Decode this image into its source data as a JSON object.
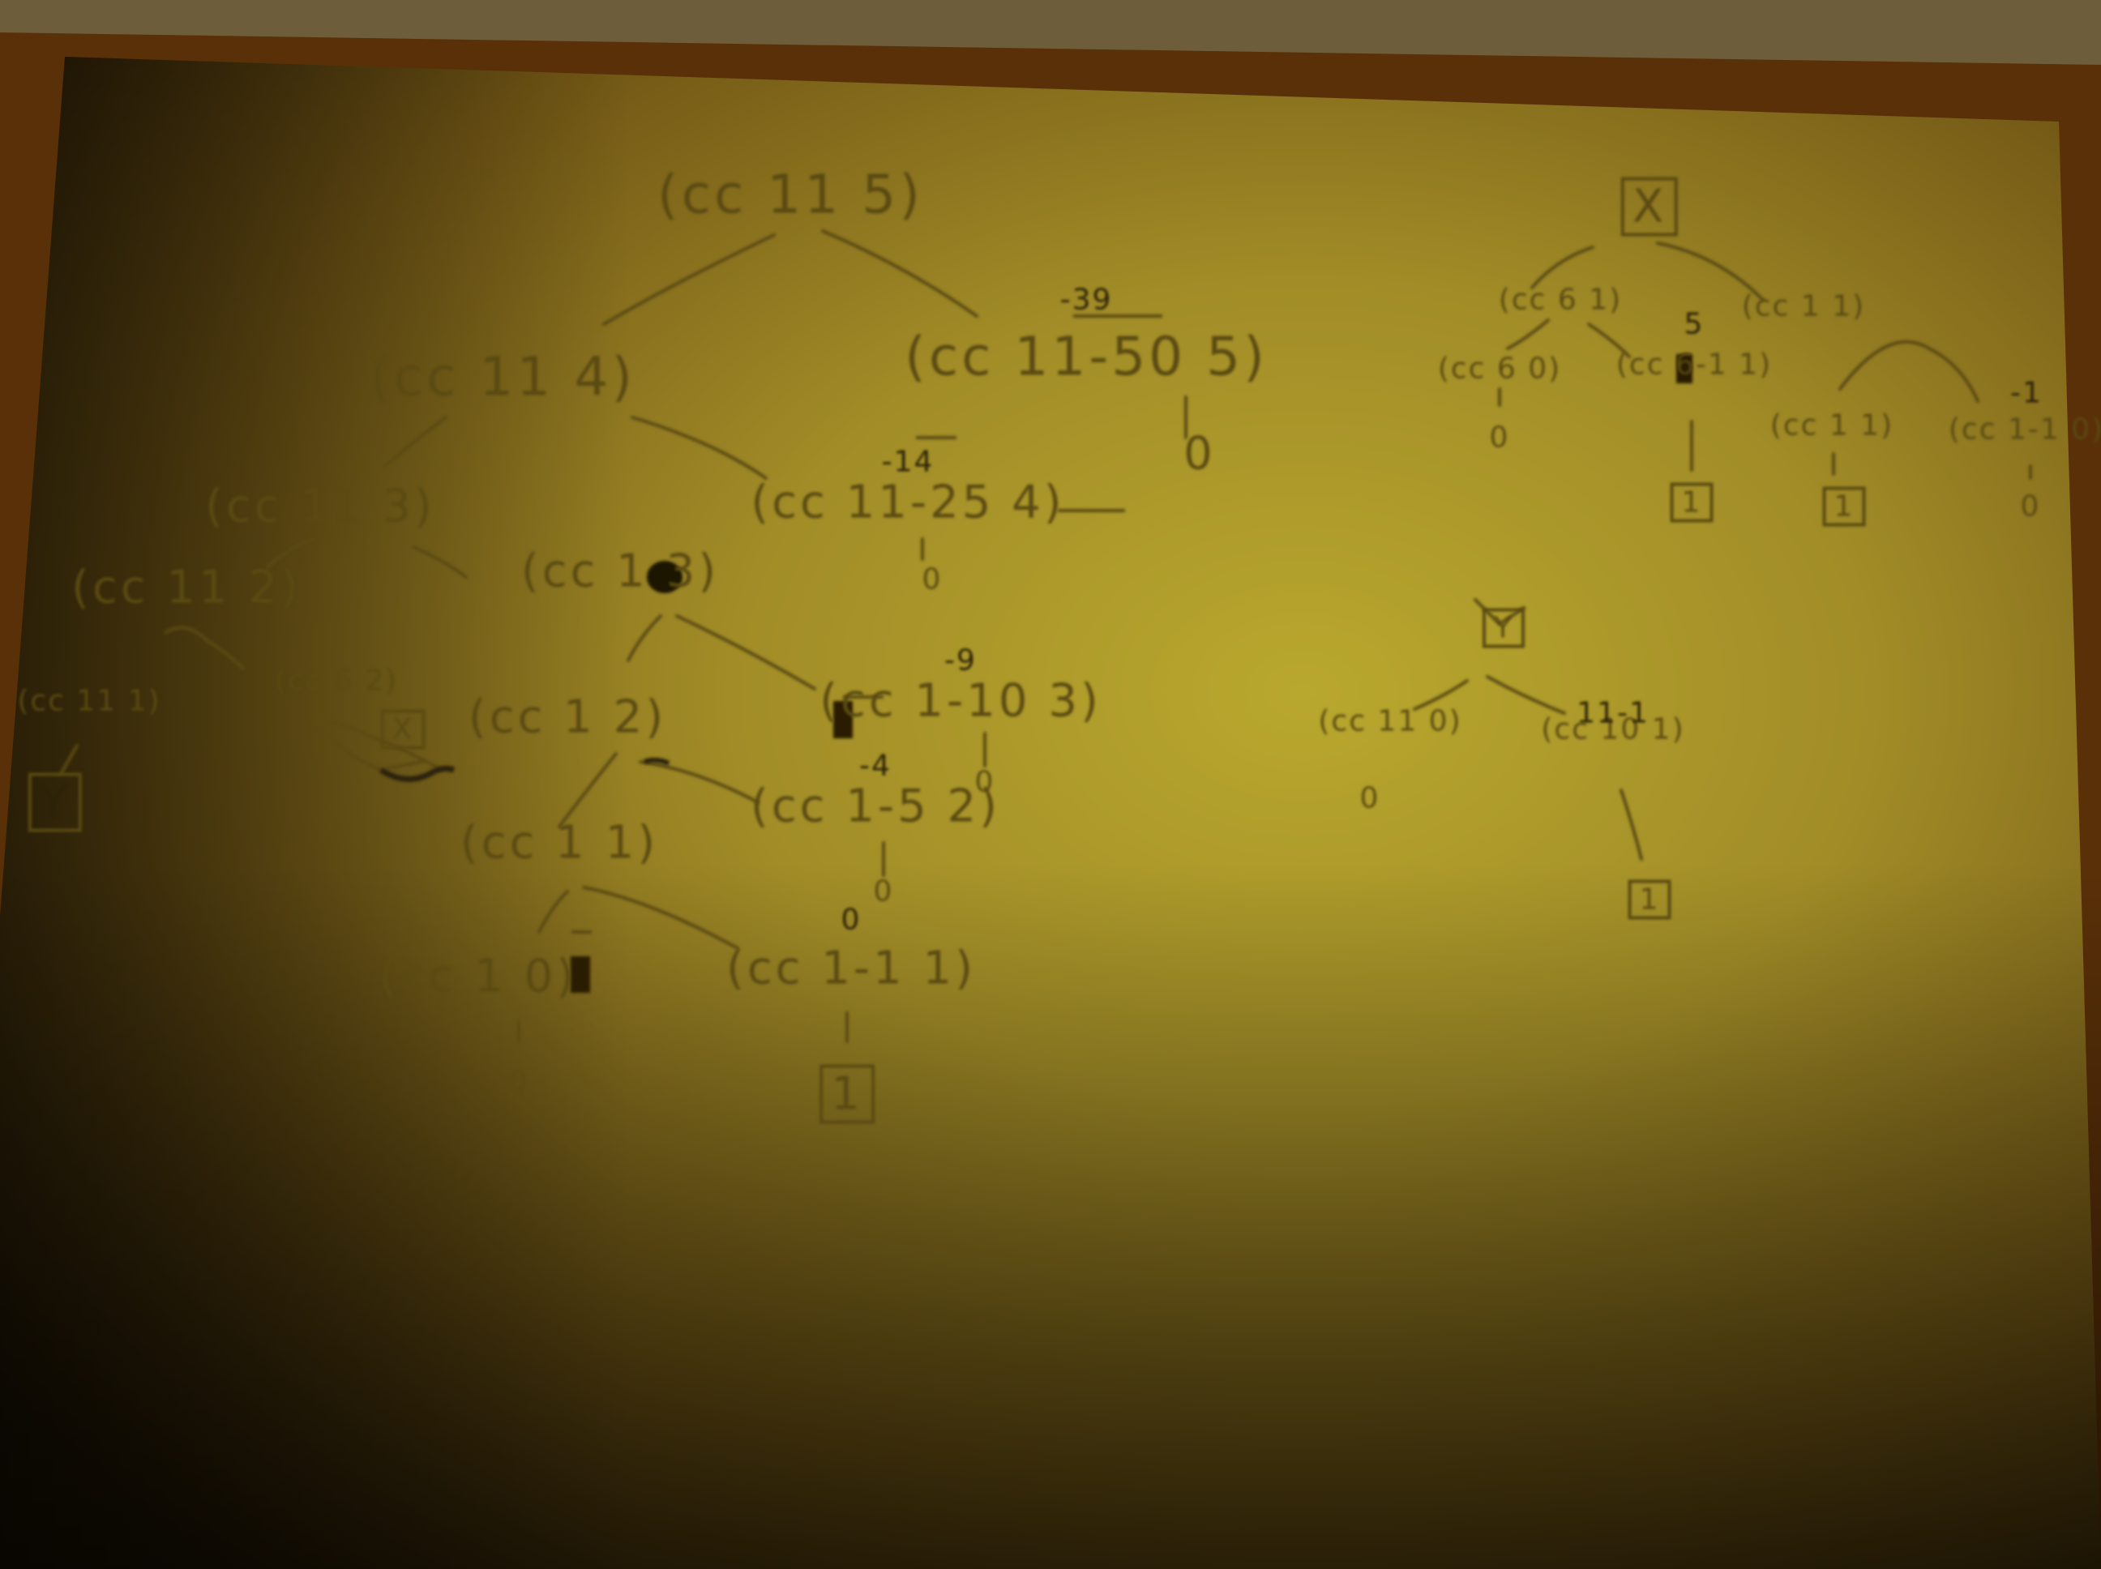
{
  "diagram": {
    "nodes": [
      {
        "id": "cc-11-5",
        "label": "(cc 11 5)"
      },
      {
        "id": "cc-11-4",
        "label": "(cc 11 4)"
      },
      {
        "id": "cc-neg39-5",
        "label": "(cc 11-50 5)",
        "note": "-39"
      },
      {
        "id": "zero-a",
        "label": "0"
      },
      {
        "id": "cc-11-3",
        "label": "(cc 11 3)"
      },
      {
        "id": "cc-neg14-4",
        "label": "(cc 11-25 4)",
        "note": "-14"
      },
      {
        "id": "zero-b",
        "label": "0"
      },
      {
        "id": "cc-11-2",
        "label": "(cc 11 2)"
      },
      {
        "id": "cc-1-3",
        "label": "(cc 1 3)"
      },
      {
        "id": "cc-11-1",
        "label": "(cc 11 1)"
      },
      {
        "id": "cc-6-2",
        "label": "(cc 6 2)"
      },
      {
        "id": "box-y",
        "label": "Y"
      },
      {
        "id": "box-x-small",
        "label": "X"
      },
      {
        "id": "cc-1-2",
        "label": "(cc 1 2)"
      },
      {
        "id": "cc-neg9-3",
        "label": "(cc 1-10 3)",
        "note": "-9"
      },
      {
        "id": "zero-c",
        "label": "0"
      },
      {
        "id": "cc-1-1",
        "label": "(cc 1 1)"
      },
      {
        "id": "cc-neg4-2",
        "label": "(cc 1-5 2)",
        "note": "-4"
      },
      {
        "id": "zero-d",
        "label": "0"
      },
      {
        "id": "cc-1-0",
        "label": "(cc 1 0)"
      },
      {
        "id": "cc-0-1",
        "label": "(cc 1-1 1)",
        "note": "0"
      },
      {
        "id": "zero-e",
        "label": "0"
      },
      {
        "id": "box-one-a",
        "label": "1"
      },
      {
        "id": "box-x",
        "label": "X"
      },
      {
        "id": "cc-6-1",
        "label": "(cc 6 1)"
      },
      {
        "id": "cc-1-1-right",
        "label": "(cc 1 1)"
      },
      {
        "id": "cc-6-0",
        "label": "(cc 6 0)"
      },
      {
        "id": "cc-5-1",
        "label": "(cc 6-1 1)",
        "note": "5"
      },
      {
        "id": "zero-f",
        "label": "0"
      },
      {
        "id": "box-one-b",
        "label": "1"
      },
      {
        "id": "cc-1-1-b",
        "label": "(cc 1 1)"
      },
      {
        "id": "cc-neg1-1",
        "label": "(cc 1-1 0)",
        "note": "-1"
      },
      {
        "id": "box-one-c",
        "label": "1"
      },
      {
        "id": "zero-g",
        "label": "0"
      },
      {
        "id": "box-y-right",
        "label": "Y"
      },
      {
        "id": "cc-11-0",
        "label": "(cc 11 0)"
      },
      {
        "id": "cc-10-1",
        "label": "(cc 10 1)",
        "note": "11-1"
      },
      {
        "id": "zero-h",
        "label": "0"
      },
      {
        "id": "box-one-d",
        "label": "1"
      }
    ]
  }
}
